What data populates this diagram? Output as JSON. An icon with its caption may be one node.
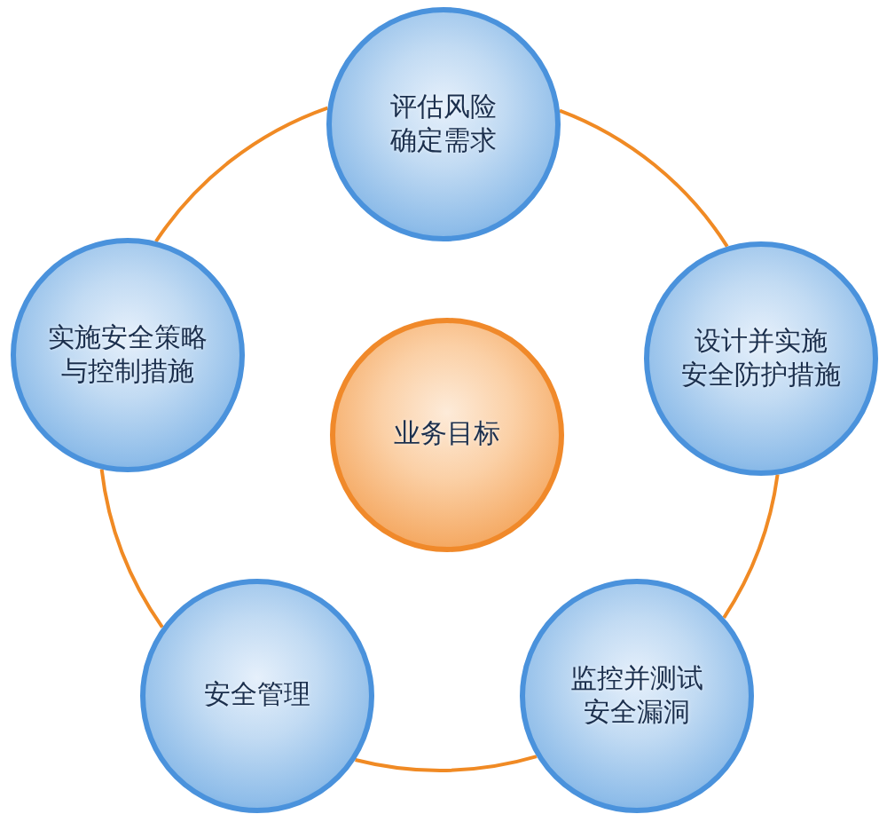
{
  "diagram": {
    "nodes": [
      {
        "text": [
          "评估风险确定需求"
        ]
      },
      {
        "text": [
          "实施安全策略与控制措施"
        ]
      },
      {
        "text": [
          "业务目标"
        ]
      },
      {
        "text": [
          "设计并实施安全防护措施"
        ]
      },
      {
        "text": [
          "安全管理"
        ]
      },
      {
        "text": [
          "监控并测试安全漏洞"
        ]
      }
    ],
    "edges": [
      {
        "from": 0,
        "to": 3,
        "arrow": "none"
      },
      {
        "from": 3,
        "to": 5,
        "arrow": "none"
      },
      {
        "from": 5,
        "to": 4,
        "arrow": "none"
      },
      {
        "from": 4,
        "to": 1,
        "arrow": "none"
      },
      {
        "from": 1,
        "to": 0,
        "arrow": "none"
      }
    ]
  }
}
